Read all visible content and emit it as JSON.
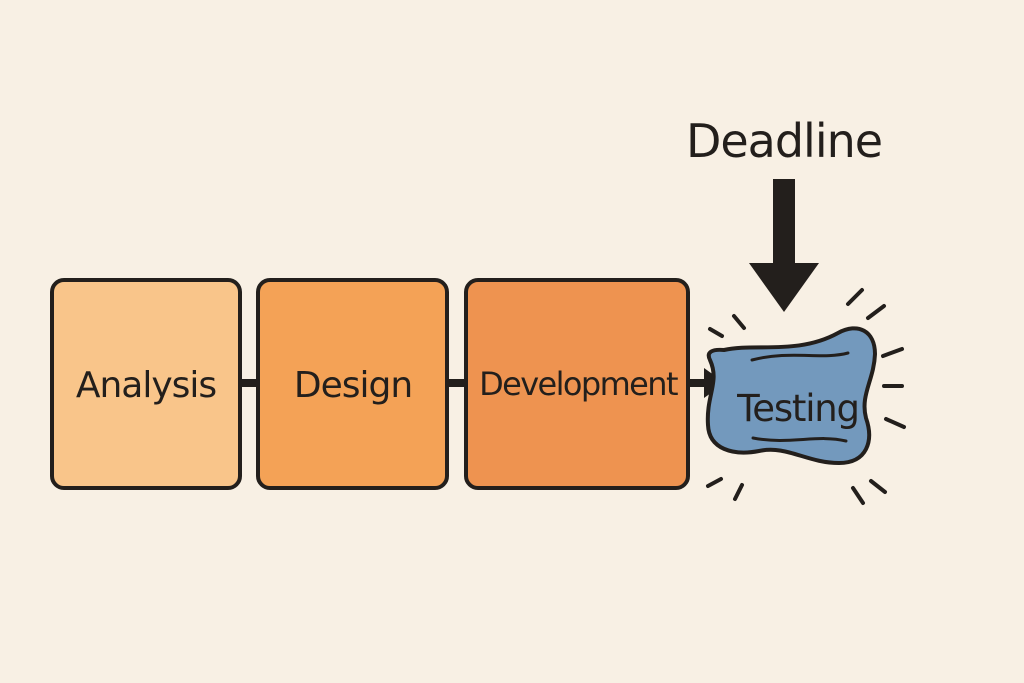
{
  "diagram": {
    "stages": [
      {
        "label": "Analysis",
        "color": "#f9c58a"
      },
      {
        "label": "Design",
        "color": "#f4a256"
      },
      {
        "label": "Development",
        "color": "#ee9350"
      }
    ],
    "final_stage": {
      "label": "Testing",
      "color": "#7399bd"
    },
    "deadline": {
      "label": "Deadline"
    },
    "colors": {
      "background": "#f8f0e4",
      "outline": "#231f1c"
    }
  }
}
